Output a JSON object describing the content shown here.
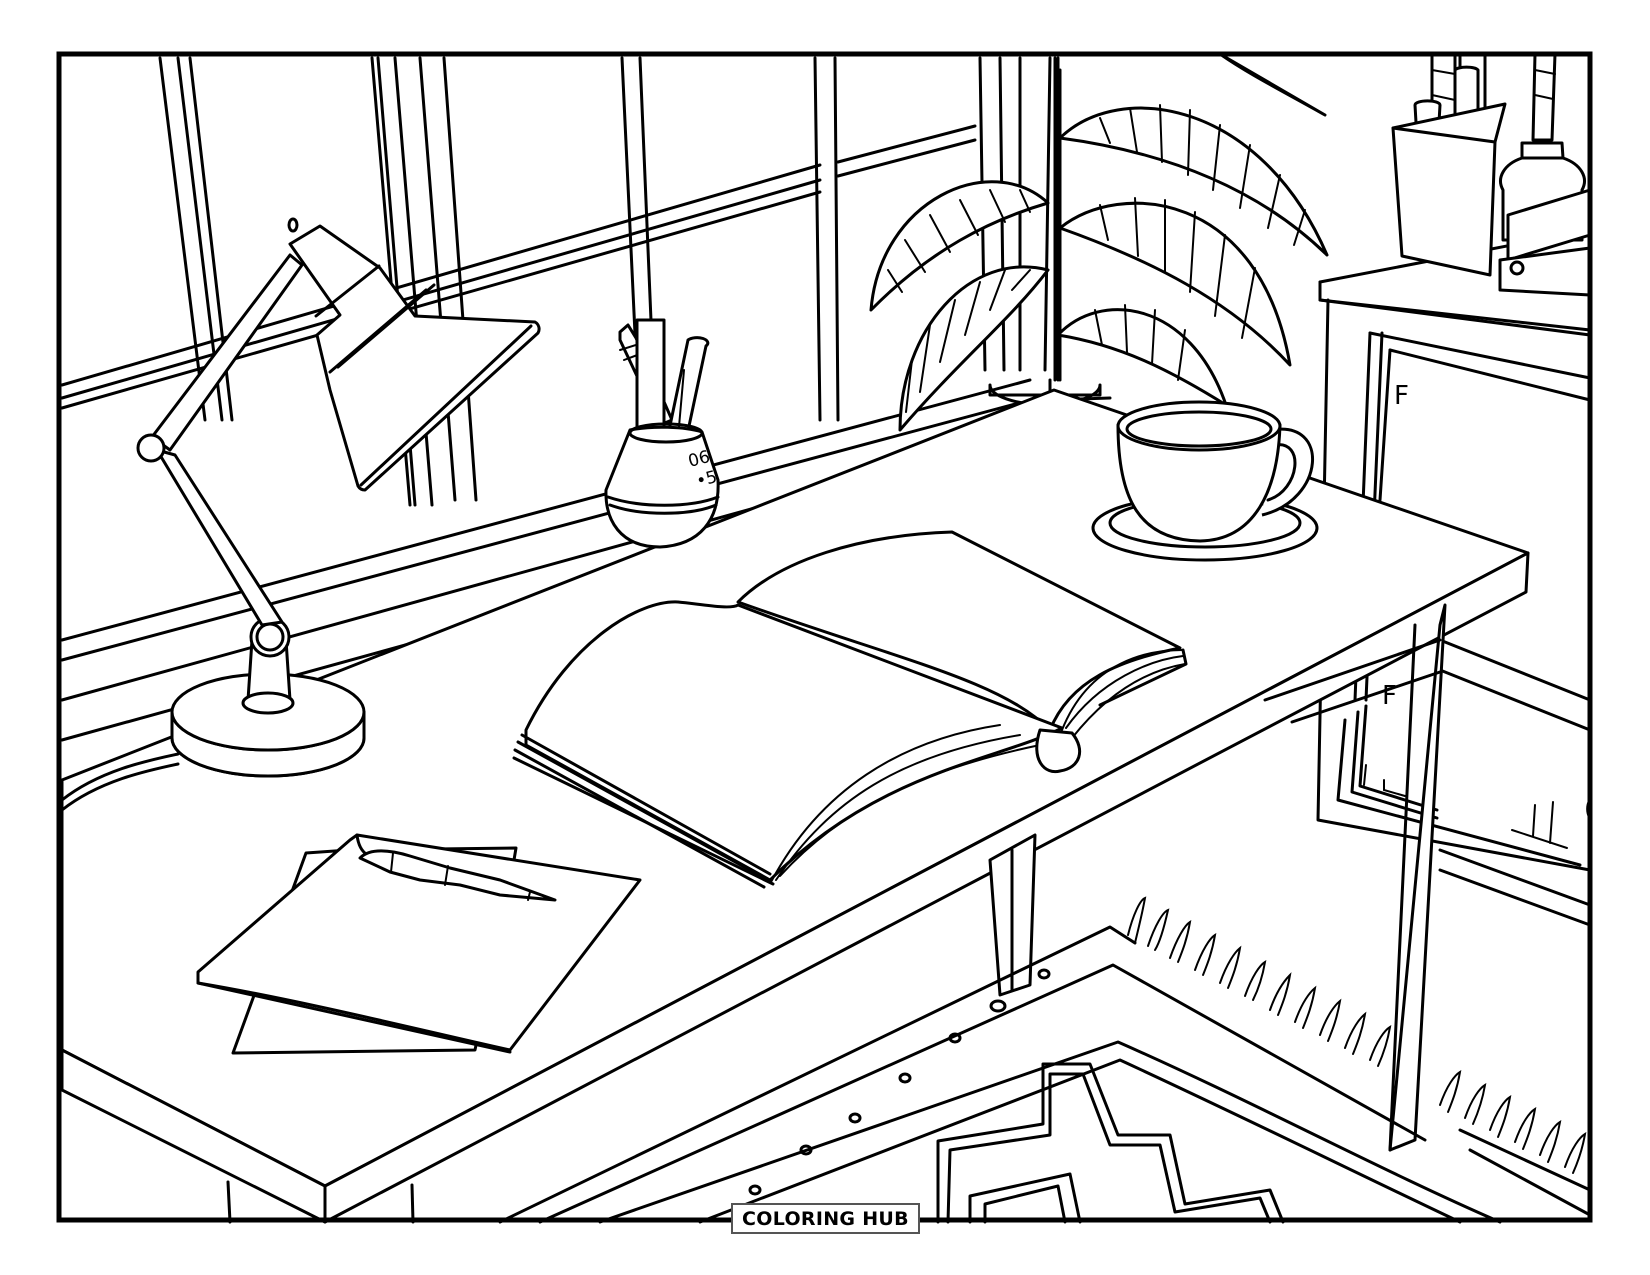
{
  "page": {
    "type": "coloring-page",
    "subject": "desk-by-window-scene",
    "line_color": "#000000",
    "background_color": "#ffffff"
  },
  "brand": {
    "badge_text": "COLORING HUB"
  },
  "scene": {
    "pencil_cup": {
      "label_line1": "06",
      "label_line2": "•5"
    },
    "cabinet": {
      "top_drawer_letter": "F",
      "lower_drawer_letter": "F"
    },
    "objects": [
      "window-frame",
      "desk-lamp",
      "pencil-cup",
      "potted-plant",
      "coffee-cup-and-saucer",
      "open-book",
      "notepad-with-pen",
      "side-cabinet",
      "shelf-organizer",
      "bottle",
      "patterned-rug"
    ]
  }
}
